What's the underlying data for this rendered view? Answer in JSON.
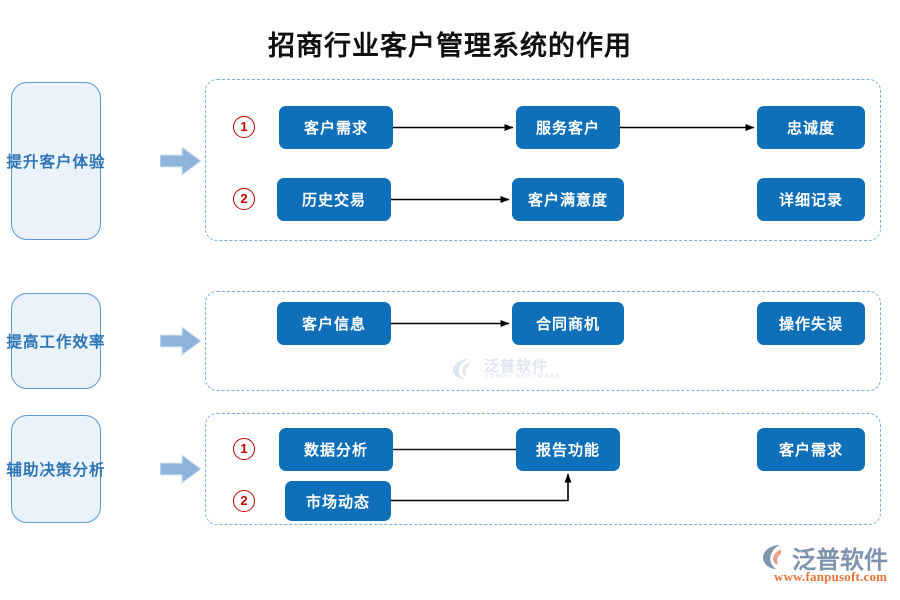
{
  "page": {
    "title": "招商行业客户管理系统的作用",
    "background": "#ffffff",
    "node_color": "#0F6FB8",
    "panel_fill": "#EAF2FB",
    "panel_border": "#5B9BD5",
    "panel_text_color": "#2E75B6",
    "group_border": "#7FAEDD",
    "number_color": "#C00000",
    "arrow_color": "#8FB4DC"
  },
  "sections": [
    {
      "panel_label": "提升客户体验",
      "rows": [
        {
          "number": "1",
          "nodes": [
            "客户需求",
            "服务客户",
            "忠诚度"
          ]
        },
        {
          "number": "2",
          "nodes": [
            "历史交易",
            "客户满意度",
            "详细记录"
          ]
        }
      ]
    },
    {
      "panel_label": "提高工作效率",
      "rows": [
        {
          "number": "",
          "nodes": [
            "客户信息",
            "合同商机",
            "操作失误"
          ]
        }
      ]
    },
    {
      "panel_label": "辅助决策分析",
      "rows": [
        {
          "number": "1",
          "nodes": [
            "数据分析",
            "报告功能",
            "客户需求"
          ]
        },
        {
          "number": "2",
          "nodes": [
            "市场动态"
          ]
        }
      ]
    }
  ],
  "watermark": {
    "text": "泛普软件",
    "subtext": "FANPU SOFTWARE"
  },
  "logo": {
    "text": "泛普软件",
    "url": "www.fanpusoft.com"
  }
}
